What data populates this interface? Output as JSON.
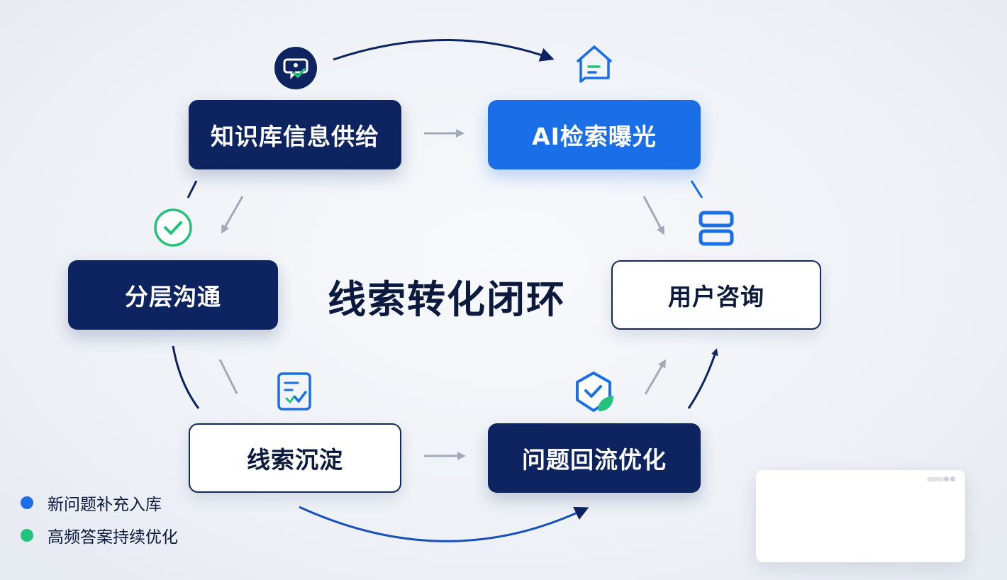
{
  "title": "线索转化闭环",
  "nodes": {
    "knowledge_supply": "知识库信息供给",
    "ai_exposure": "AI检索曝光",
    "user_consult": "用户咨询",
    "layered_comm": "分层沟通",
    "lead_capture": "线索沉淀",
    "question_feedback": "问题回流优化"
  },
  "legend": [
    {
      "label": "新问题补充入库",
      "color": "#1a6fe8"
    },
    {
      "label": "高频答案持续优化",
      "color": "#22c27a"
    }
  ],
  "colors": {
    "navy": "#0d2461",
    "blue": "#1a6fe8",
    "green": "#22c27a",
    "gray_arrow": "#a2a9b8"
  },
  "icons": [
    "chat-check-icon",
    "home-message-icon",
    "check-circle-icon",
    "server-icon",
    "checklist-icon",
    "shield-check-icon"
  ]
}
